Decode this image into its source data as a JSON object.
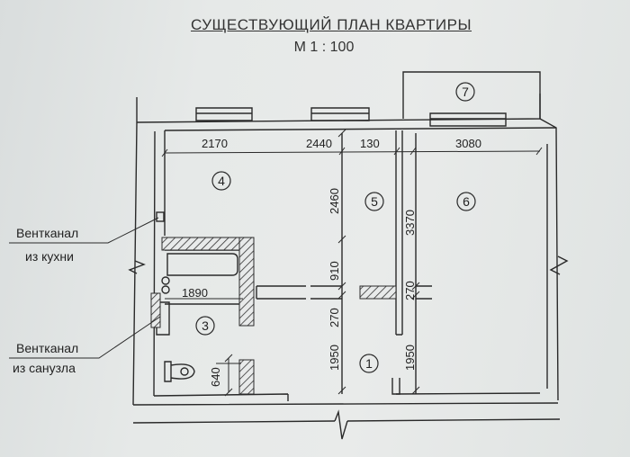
{
  "title": "СУЩЕСТВУЮЩИЙ ПЛАН КВАРТИРЫ",
  "scale": "М 1 : 100",
  "rooms": [
    "1",
    "3",
    "4",
    "5",
    "6",
    "7"
  ],
  "dimensions": {
    "d2170": "2170",
    "d2440": "2440",
    "d130": "130",
    "d3080": "3080",
    "d2460": "2460",
    "d3370": "3370",
    "d910": "910",
    "d270a": "270",
    "d270b": "270",
    "d1890": "1890",
    "d1950a": "1950",
    "d1950b": "1950",
    "d640": "640"
  },
  "labels": {
    "vent_kitchen_1": "Вентканал",
    "vent_kitchen_2": "из кухни",
    "vent_bath_1": "Вентканал",
    "vent_bath_2": "из санузла"
  }
}
